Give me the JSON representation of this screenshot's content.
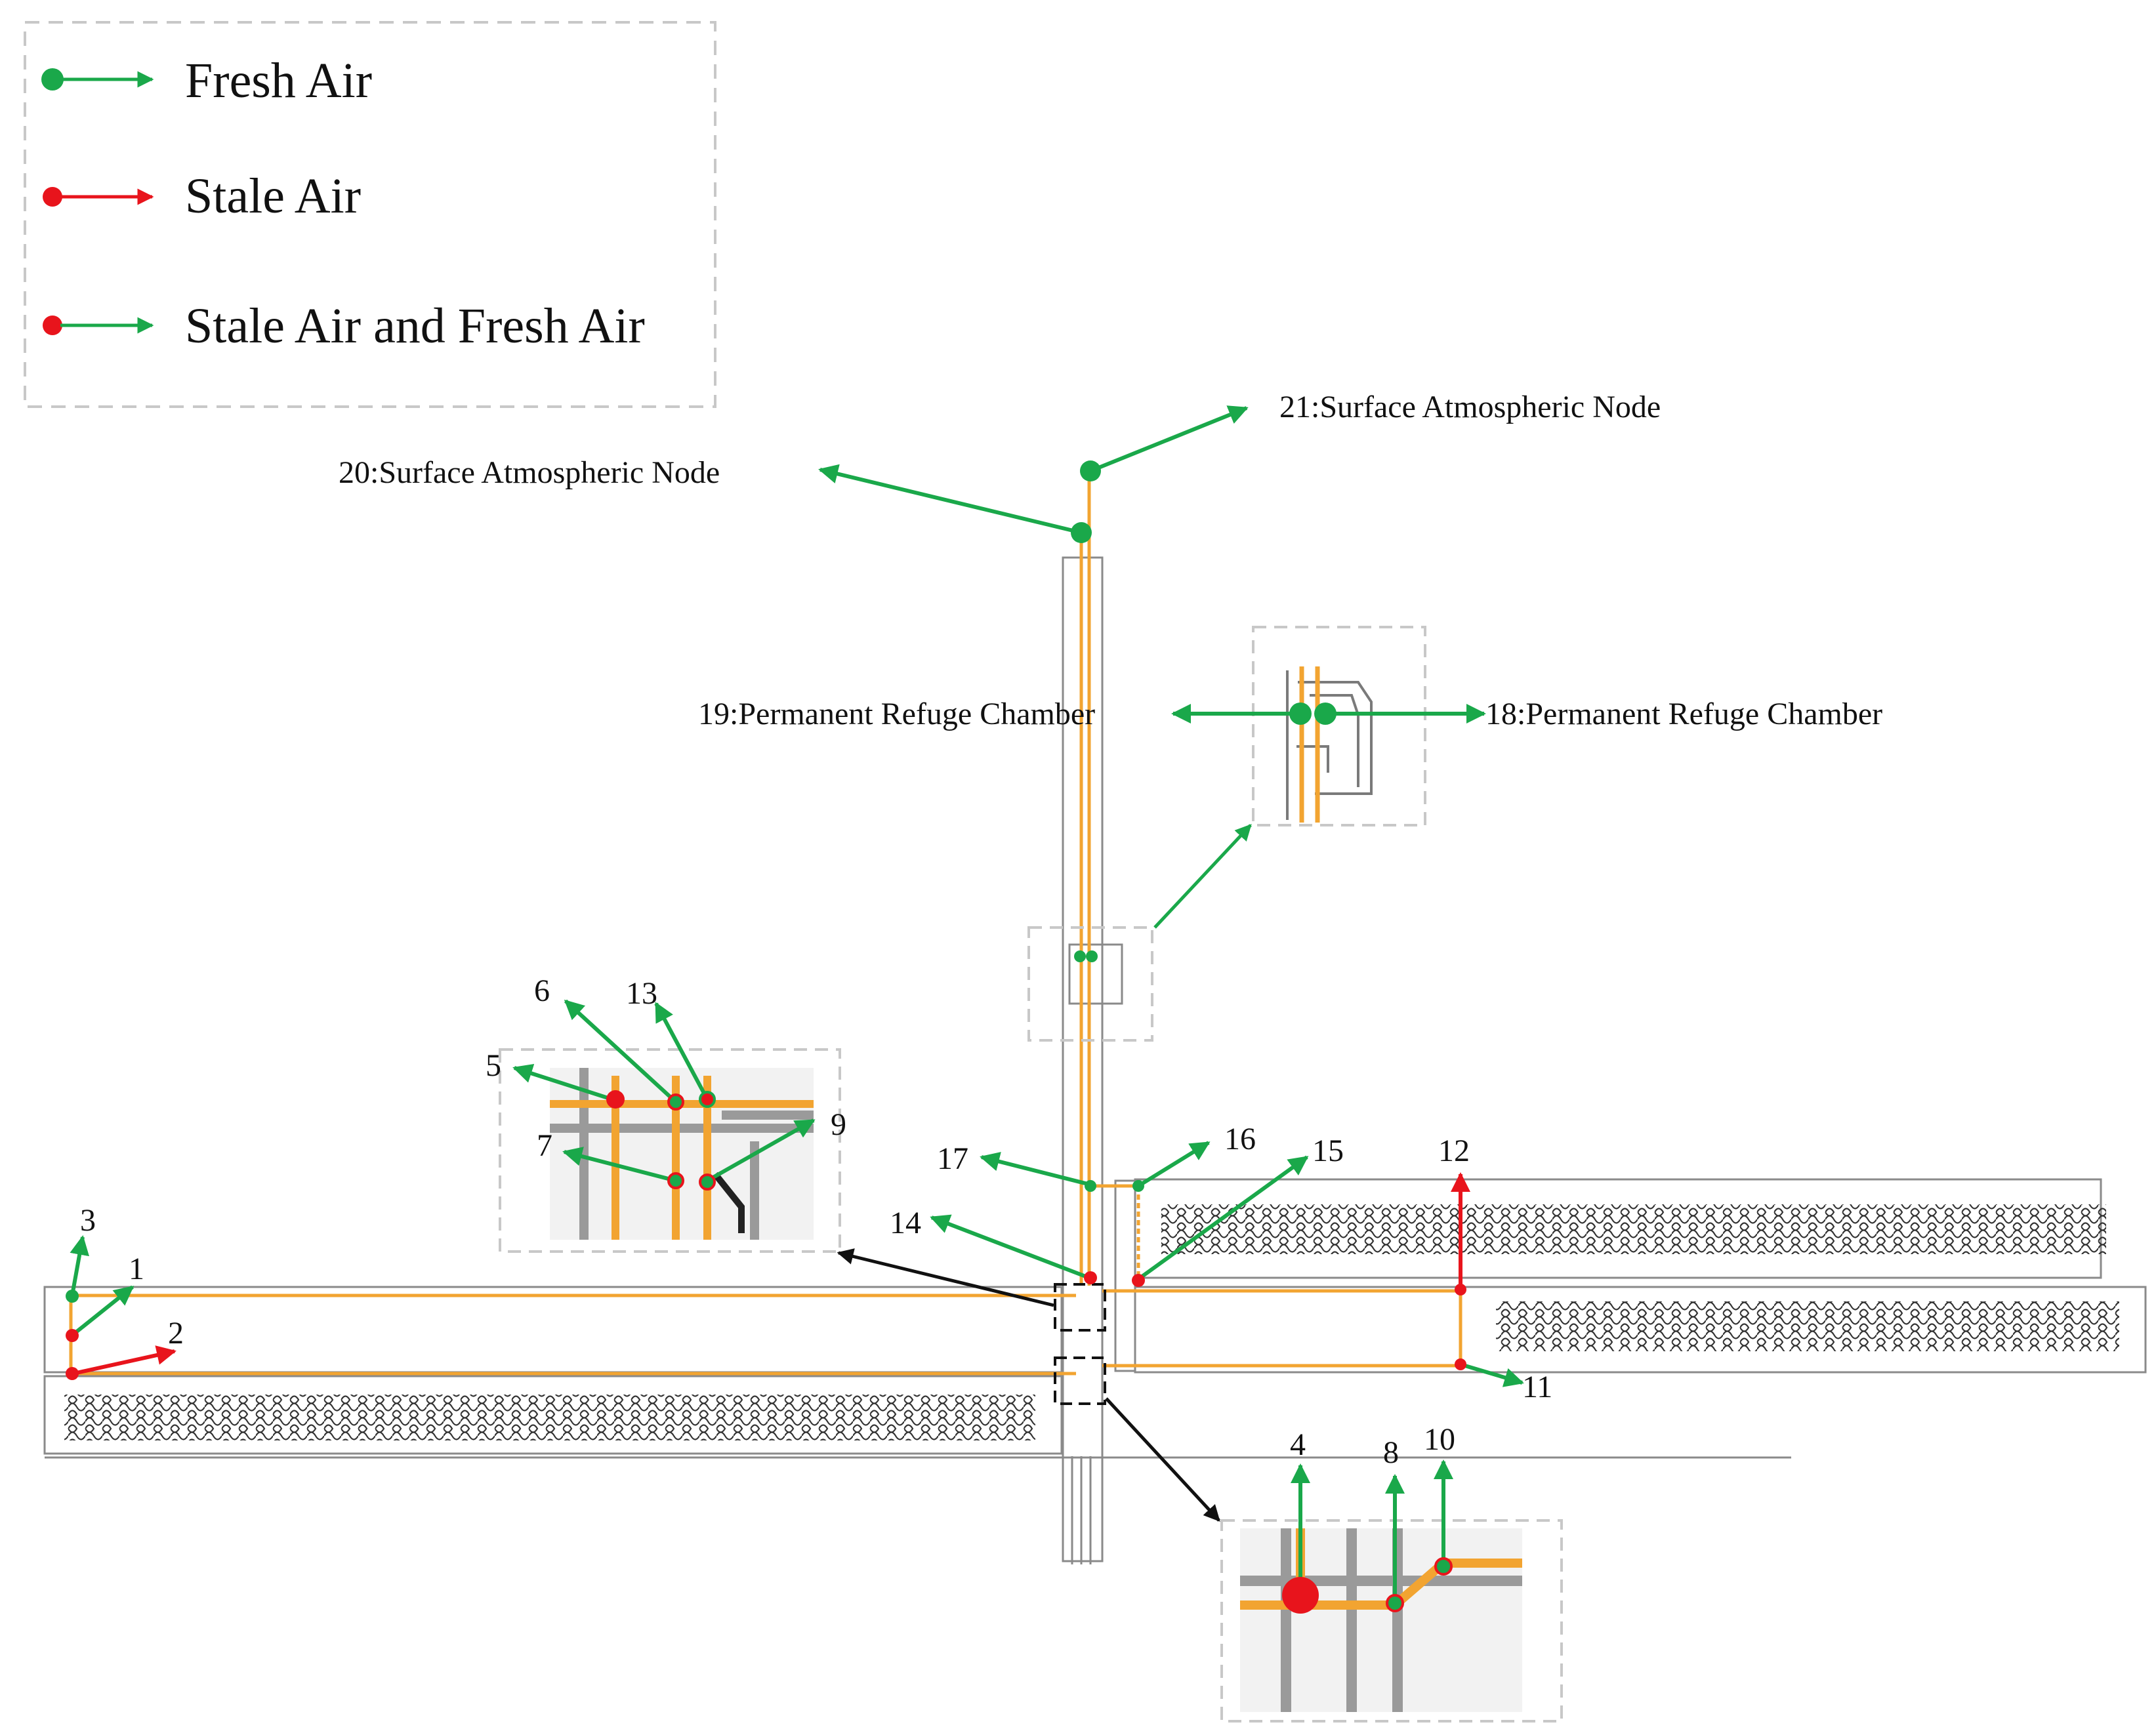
{
  "legend": {
    "items": [
      {
        "label": "Fresh Air",
        "dot": "#1aa84a",
        "arrow": "#1aa84a"
      },
      {
        "label": "Stale Air",
        "dot": "#e8141c",
        "arrow": "#e8141c"
      },
      {
        "label": "Stale Air and Fresh Air",
        "dot": "#e8141c",
        "arrow": "#1aa84a"
      }
    ]
  },
  "colors": {
    "fresh": "#1aa84a",
    "stale": "#e8141c",
    "airway": "#f2a431",
    "tunnel_outline": "#8a8a8a",
    "callout_box": "#c8c8c8",
    "pointer": "#111111"
  },
  "nodes": [
    {
      "id": "1",
      "label": "1",
      "type": "fresh"
    },
    {
      "id": "2",
      "label": "2",
      "type": "stale"
    },
    {
      "id": "3",
      "label": "3",
      "type": "fresh"
    },
    {
      "id": "4",
      "label": "4",
      "type": "fresh"
    },
    {
      "id": "5",
      "label": "5",
      "type": "fresh"
    },
    {
      "id": "6",
      "label": "6",
      "type": "fresh"
    },
    {
      "id": "7",
      "label": "7",
      "type": "fresh"
    },
    {
      "id": "8",
      "label": "8",
      "type": "fresh"
    },
    {
      "id": "9",
      "label": "9",
      "type": "fresh"
    },
    {
      "id": "10",
      "label": "10",
      "type": "fresh"
    },
    {
      "id": "11",
      "label": "11",
      "type": "fresh"
    },
    {
      "id": "12",
      "label": "12",
      "type": "stale"
    },
    {
      "id": "13",
      "label": "13",
      "type": "fresh"
    },
    {
      "id": "14",
      "label": "14",
      "type": "fresh"
    },
    {
      "id": "15",
      "label": "15",
      "type": "fresh"
    },
    {
      "id": "16",
      "label": "16",
      "type": "fresh"
    },
    {
      "id": "17",
      "label": "17",
      "type": "fresh"
    },
    {
      "id": "18",
      "label": "18:Permanent Refuge Chamber",
      "type": "fresh"
    },
    {
      "id": "19",
      "label": "19:Permanent Refuge Chamber",
      "type": "fresh"
    },
    {
      "id": "20",
      "label": "20:Surface Atmospheric Node",
      "type": "fresh"
    },
    {
      "id": "21",
      "label": "21:Surface Atmospheric Node",
      "type": "fresh"
    }
  ]
}
